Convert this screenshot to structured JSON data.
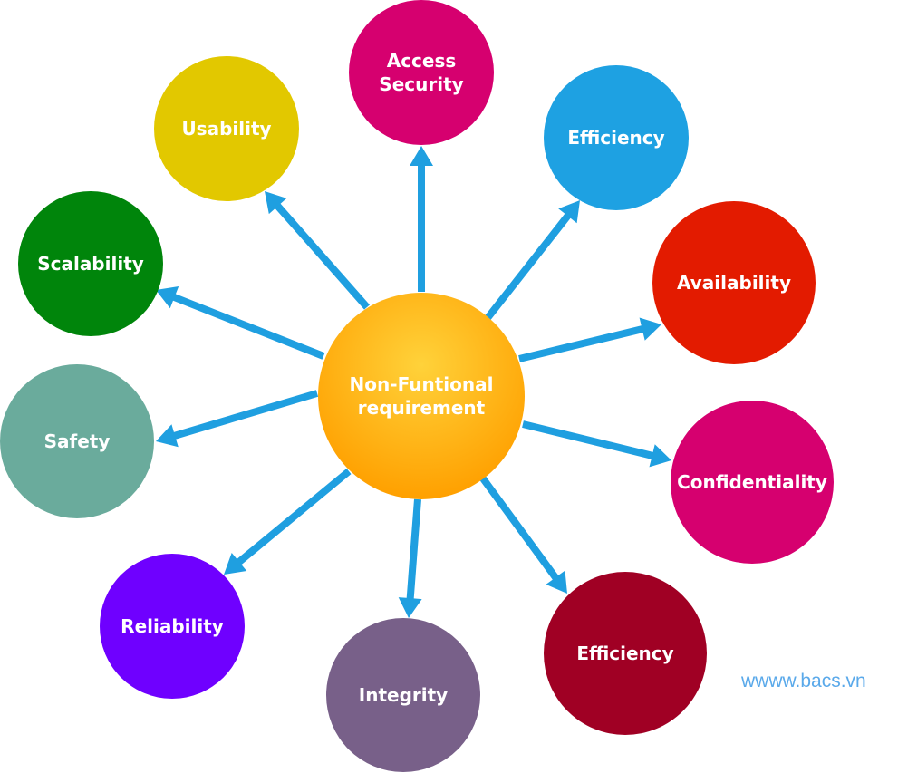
{
  "center": {
    "lines": [
      "Non-Funtional",
      "requirement"
    ],
    "gradient_top": "#ffd23a",
    "gradient_bottom": "#ffa000"
  },
  "arrow_color": "#1f9fe0",
  "nodes": [
    {
      "lines": [
        "Access",
        "Security"
      ],
      "color": "#d6006f"
    },
    {
      "lines": [
        "Efficiency"
      ],
      "color": "#1ea1e2"
    },
    {
      "lines": [
        "Availability"
      ],
      "color": "#e31b00"
    },
    {
      "lines": [
        "Confidentiality"
      ],
      "color": "#d6006f"
    },
    {
      "lines": [
        "Efficiency"
      ],
      "color": "#a00024"
    },
    {
      "lines": [
        "Integrity"
      ],
      "color": "#786089"
    },
    {
      "lines": [
        "Reliability"
      ],
      "color": "#6f00ff"
    },
    {
      "lines": [
        "Safety"
      ],
      "color": "#6aab9c"
    },
    {
      "lines": [
        "Scalability"
      ],
      "color": "#00850b"
    },
    {
      "lines": [
        "Usability"
      ],
      "color": "#e2c800"
    }
  ],
  "watermark": "wwww.bacs.vn"
}
